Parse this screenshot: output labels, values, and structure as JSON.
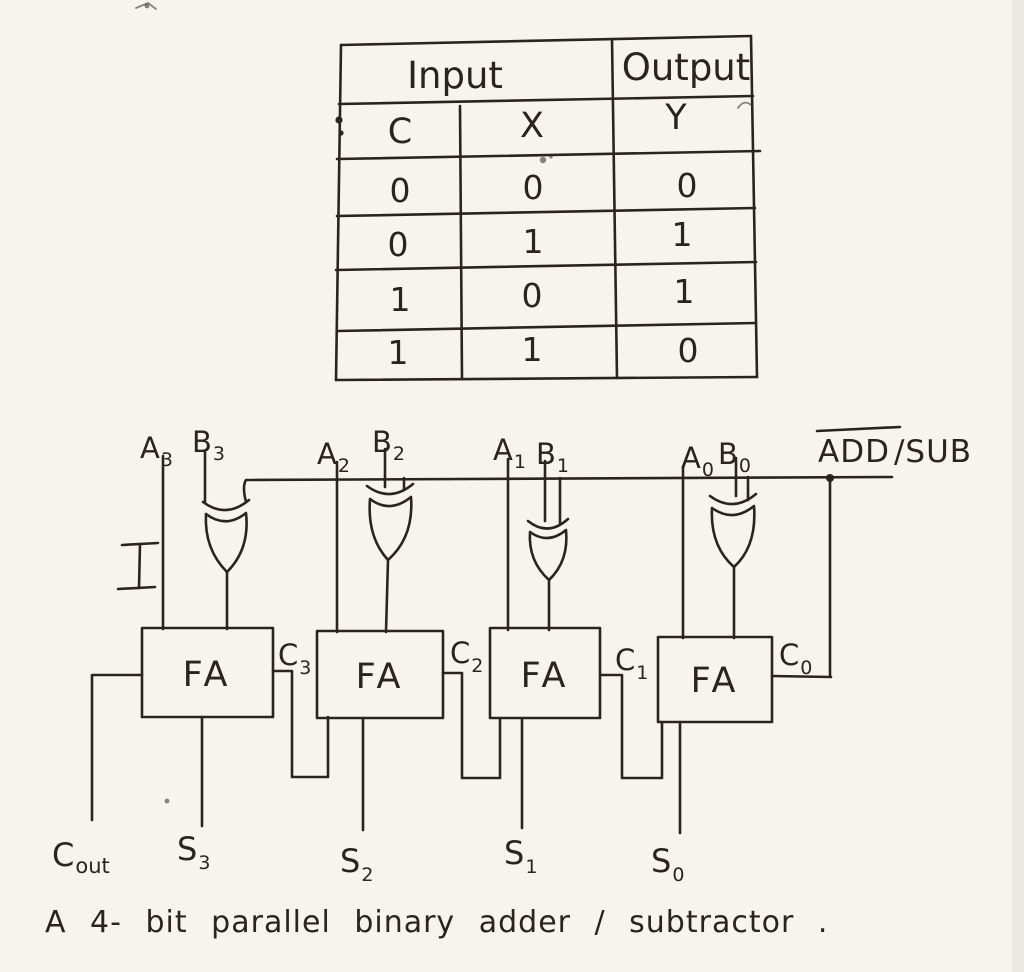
{
  "page": {
    "paper_color": "#f7f4ef",
    "ink_color": "#2b241e",
    "description": "Hand-drawn XOR truth table and 4-bit parallel binary adder/subtractor circuit"
  },
  "truth_table": {
    "header": {
      "input": "Input",
      "output": "Output"
    },
    "columns": [
      "C",
      "X",
      "Y"
    ],
    "rows": [
      [
        "0",
        "0",
        "0"
      ],
      [
        "0",
        "1",
        "1"
      ],
      [
        "1",
        "0",
        "1"
      ],
      [
        "1",
        "1",
        "0"
      ]
    ]
  },
  "circuit": {
    "inputs": [
      {
        "main": "A",
        "sub": "3"
      },
      {
        "main": "B",
        "sub": "3"
      },
      {
        "main": "A",
        "sub": "2"
      },
      {
        "main": "B",
        "sub": "2"
      },
      {
        "main": "A",
        "sub": "1"
      },
      {
        "main": "B",
        "sub": "1"
      },
      {
        "main": "A",
        "sub": "0"
      },
      {
        "main": "B",
        "sub": "0"
      }
    ],
    "control": {
      "overlined": "ADD",
      "rest": "/SUB"
    },
    "adders": [
      "FA",
      "FA",
      "FA",
      "FA"
    ],
    "carries": [
      {
        "main": "C",
        "sub": "3"
      },
      {
        "main": "C",
        "sub": "2"
      },
      {
        "main": "C",
        "sub": "1"
      },
      {
        "main": "C",
        "sub": "0"
      }
    ],
    "outputs": [
      {
        "main": "C",
        "sub": "out"
      },
      {
        "main": "S",
        "sub": "3"
      },
      {
        "main": "S",
        "sub": "2"
      },
      {
        "main": "S",
        "sub": "1"
      },
      {
        "main": "S",
        "sub": "0"
      }
    ],
    "stray_mark": "I"
  },
  "caption": {
    "text": "A 4- bit parallel binary adder / subtractor ."
  }
}
